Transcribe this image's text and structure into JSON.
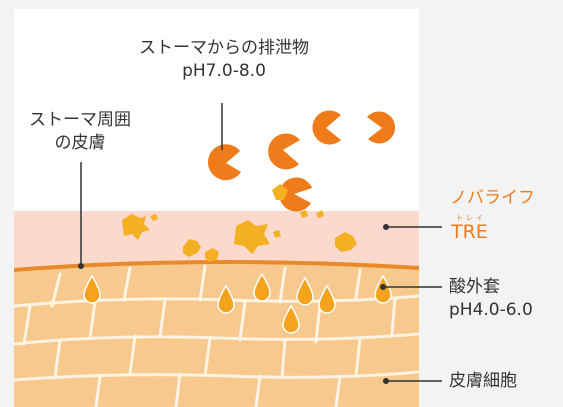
{
  "labels": {
    "excreta_title": "ストーマからの排泄物",
    "excreta_ph": "pH7.0-8.0",
    "peristomal_line1": "ストーマ周囲",
    "peristomal_line2": "の皮膚",
    "product_name": "ノバライフ",
    "product_code": "TRE",
    "product_code_ruby": "トレイ",
    "acid_mantle": "酸外套",
    "acid_mantle_ph": "pH4.0-6.0",
    "skin_cells": "皮膚細胞"
  },
  "colors": {
    "page_background": "#f3f3f3",
    "panel_background": "#ffffff",
    "tre_layer": "#fbd9cc",
    "skin": "#f8c98f",
    "cell_lines": "#fff3e2",
    "skin_surface_line": "#e88a2a",
    "excreta": "#f07b1b",
    "droplet": "#f5a31c",
    "accent_text": "#f07b1b",
    "text": "#333333",
    "leader": "#333333"
  },
  "icons": {
    "excreta_particle": "pacman-shaped-particle",
    "acid_droplet": "droplet",
    "broken_fragment": "fragment-splat"
  }
}
